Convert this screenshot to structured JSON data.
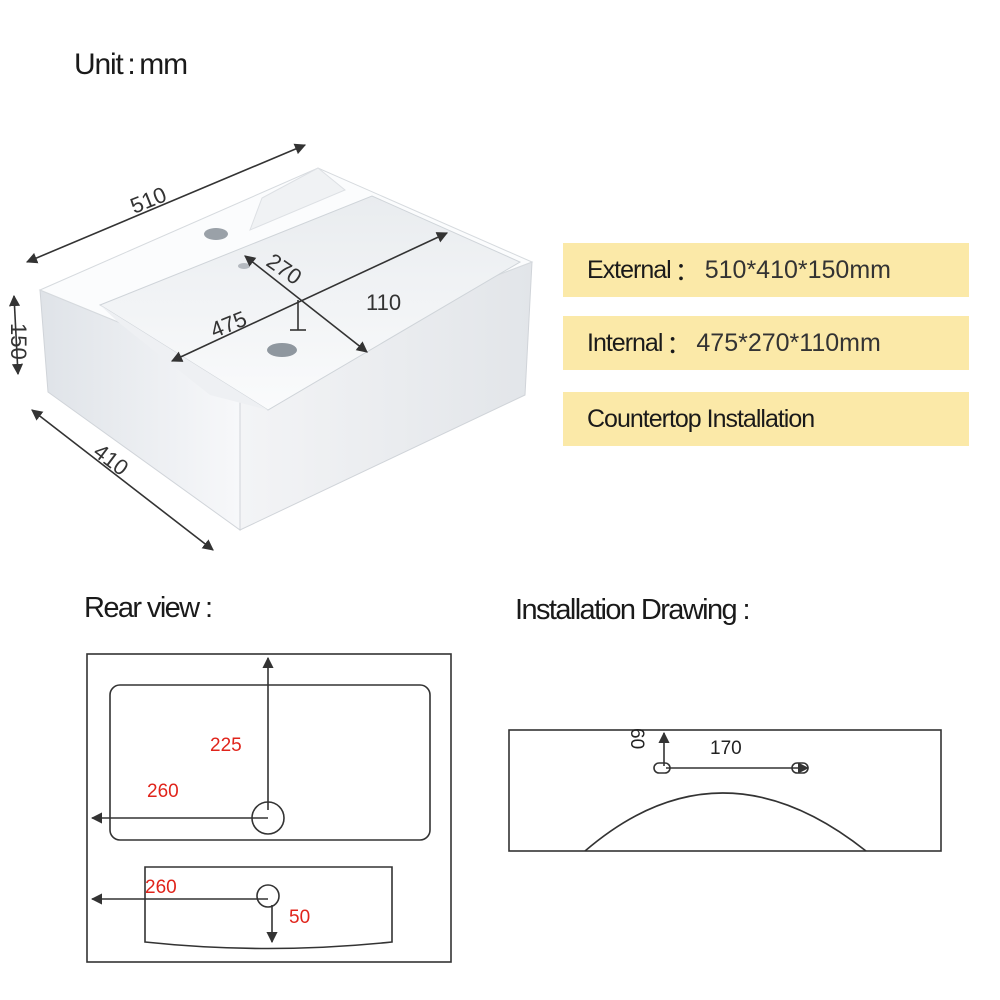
{
  "unit_label": "Unit : mm",
  "specs": [
    {
      "key": "External",
      "sep": "：",
      "value": "510*410*150mm"
    },
    {
      "key": "Internal",
      "sep": "：",
      "value": "475*270*110mm"
    },
    {
      "key": "Countertop Installation",
      "sep": "",
      "value": ""
    }
  ],
  "product_dims": {
    "width": "510",
    "depth": "410",
    "height": "150",
    "inner_width": "475",
    "inner_depth": "270",
    "inner_height": "110"
  },
  "rear_view": {
    "title": "Rear view :",
    "dims": {
      "height": "225",
      "offset_top": "260",
      "offset_bottom": "260",
      "drop": "50"
    }
  },
  "installation": {
    "title": "Installation Drawing :",
    "dims": {
      "hole_height": "60",
      "hole_spacing": "170"
    }
  },
  "colors": {
    "callout_bg": "#fbe9a8",
    "dimension_red": "#e0241b",
    "line": "#333333"
  }
}
